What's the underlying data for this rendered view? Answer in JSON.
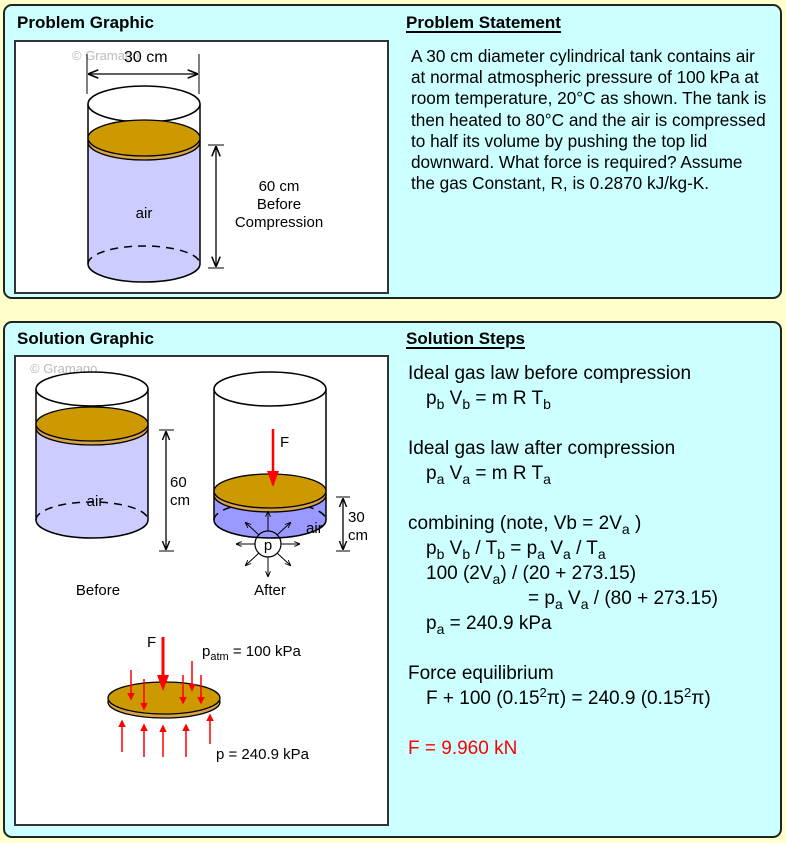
{
  "problem": {
    "graphic_title": "Problem Graphic",
    "statement_title": "Problem Statement",
    "statement_text": "A 30 cm diameter cylindrical tank contains air at normal atmospheric pressure of 100 kPa at room temperature, 20°C as shown. The tank is then heated to 80°C and the air is compressed to half its volume by pushing the top lid downward. What force is required? Assume the gas Constant, R, is 0.2870 kJ/kg-K.",
    "graphic": {
      "watermark": "© Gramago",
      "diameter_label": "30 cm",
      "air_label": "air",
      "height_label_1": "60 cm",
      "height_label_2": "Before",
      "height_label_3": "Compression"
    }
  },
  "solution": {
    "graphic_title": "Solution Graphic",
    "steps_title": "Solution Steps",
    "graphic": {
      "watermark": "© Gramago",
      "before_air": "air",
      "before_h1": "60",
      "before_h2": "cm",
      "before_caption": "Before",
      "after_force": "F",
      "after_air": "air",
      "after_p": "p",
      "after_h1": "30",
      "after_h2": "cm",
      "after_caption": "After",
      "fbd_force": "F",
      "fbd_patm_base": "p",
      "fbd_patm_sub": "atm",
      "fbd_patm_value": " = 100 kPa",
      "fbd_p": "p = 240.9 kPa"
    },
    "steps": {
      "s1_title": "Ideal gas law before compression",
      "s1_eq": [
        "p",
        "b",
        " V",
        "b",
        " = m R T",
        "b"
      ],
      "s2_title": "Ideal gas law after compression",
      "s2_eq": [
        "p",
        "a",
        " V",
        "a",
        " = m R T",
        "a"
      ],
      "s3_title": "combining (note, Vb = 2V",
      "s3_title_sub": "a",
      "s3_title_end": " )",
      "s3_l1": [
        "p",
        "b",
        " V",
        "b",
        " / T",
        "b",
        " = p",
        "a",
        " V",
        "a",
        " / T",
        "a"
      ],
      "s3_l2": [
        "100 (2V",
        "a",
        ") / (20 + 273.15)"
      ],
      "s3_l3": [
        "= p",
        "a",
        " V",
        "a",
        " / (80 + 273.15)"
      ],
      "s3_l4": [
        "p",
        "a",
        " = 240.9 kPa"
      ],
      "s4_title": "Force equilibrium",
      "s4_eq_a": "F + 100 (0.15",
      "s4_eq_sup1": "2",
      "s4_eq_b": "π) = 240.9 (0.15",
      "s4_eq_sup2": "2",
      "s4_eq_c": "π)",
      "answer": "F = 9.960 kN"
    },
    "colors": {
      "answer": "#ff0000",
      "force_arrow": "#ff0000"
    }
  },
  "colors": {
    "page_bg": "#ffffcc",
    "panel_bg": "#ccffff",
    "lid_top": "#cc9900",
    "lid_edge": "#d9a34a",
    "air": "#ccccff",
    "air_compressed": "#9999ff"
  }
}
